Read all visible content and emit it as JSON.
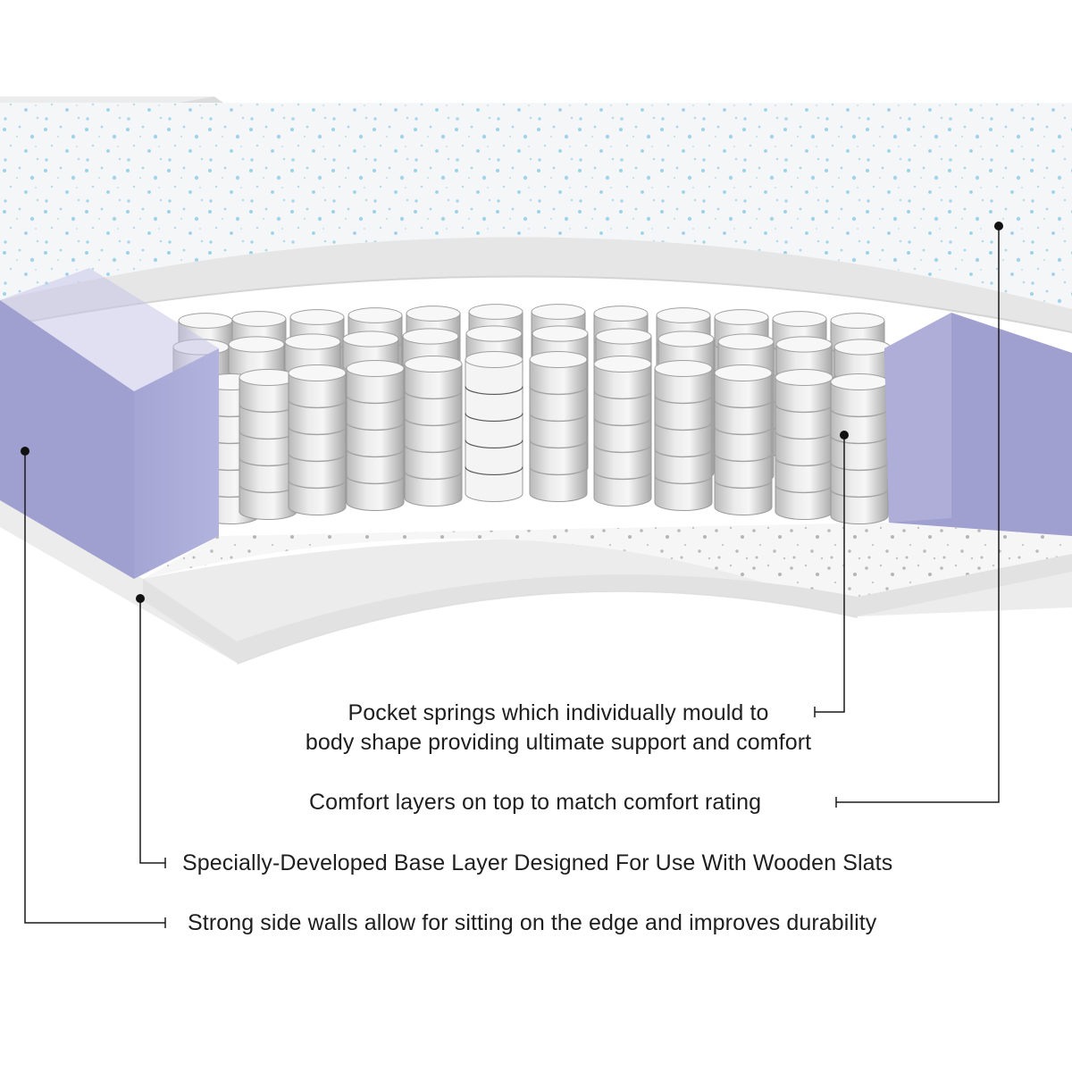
{
  "colors": {
    "background": "#ffffff",
    "foam_white": "#f4f6f8",
    "foam_speckle_blue": "#8ccbe6",
    "foam_speckle_grey": "#b9b9b9",
    "side_wall_purple": "#a9a9d6",
    "spring_grey": "#dedede",
    "leader_line": "#1a1a1a",
    "text": "#1e1e1e"
  },
  "callouts": {
    "pocket_springs": {
      "line1": "Pocket springs which individually mould to",
      "line2": "body shape providing ultimate support and comfort"
    },
    "comfort_layers": {
      "text": "Comfort layers on top to match comfort rating"
    },
    "base_layer": {
      "text": "Specially-Developed Base Layer Designed For Use With Wooden Slats"
    },
    "side_walls": {
      "text": "Strong side walls allow for sitting on the edge and improves durability"
    }
  }
}
